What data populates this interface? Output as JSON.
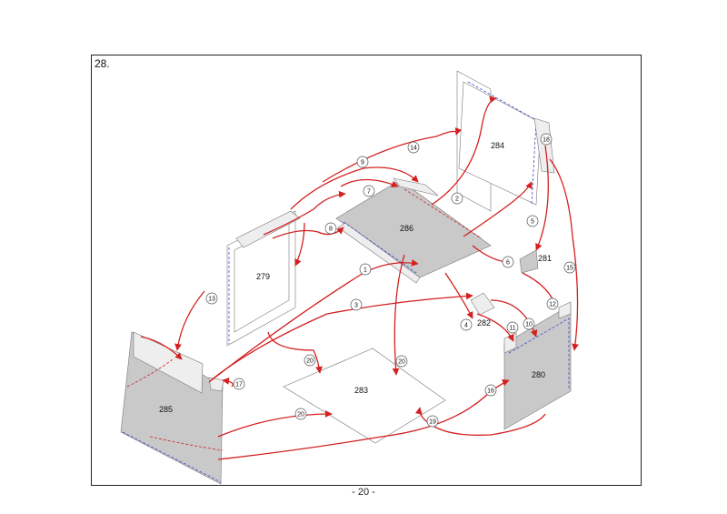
{
  "page": {
    "step": "28.",
    "page_number": "- 20 -"
  },
  "parts": {
    "p279": "279",
    "p280": "280",
    "p281": "281",
    "p282": "282",
    "p283": "283",
    "p284": "284",
    "p285": "285",
    "p286": "286"
  },
  "steps": {
    "s1": "1",
    "s2": "2",
    "s3": "3",
    "s4": "4",
    "s5": "5",
    "s6": "6",
    "s7": "7",
    "s8": "8",
    "s9": "9",
    "s10": "10",
    "s11": "11",
    "s12": "12",
    "s13": "13",
    "s14": "14",
    "s15": "15",
    "s16": "16",
    "s17": "17",
    "s18": "18",
    "s19": "19",
    "s20a": "20",
    "s20b": "20",
    "s20c": "20"
  },
  "colors": {
    "arrow": "#d42020",
    "glue_edge": "#3a4fd0",
    "part_fill": "#c9c9c9",
    "frame": "#222222"
  }
}
